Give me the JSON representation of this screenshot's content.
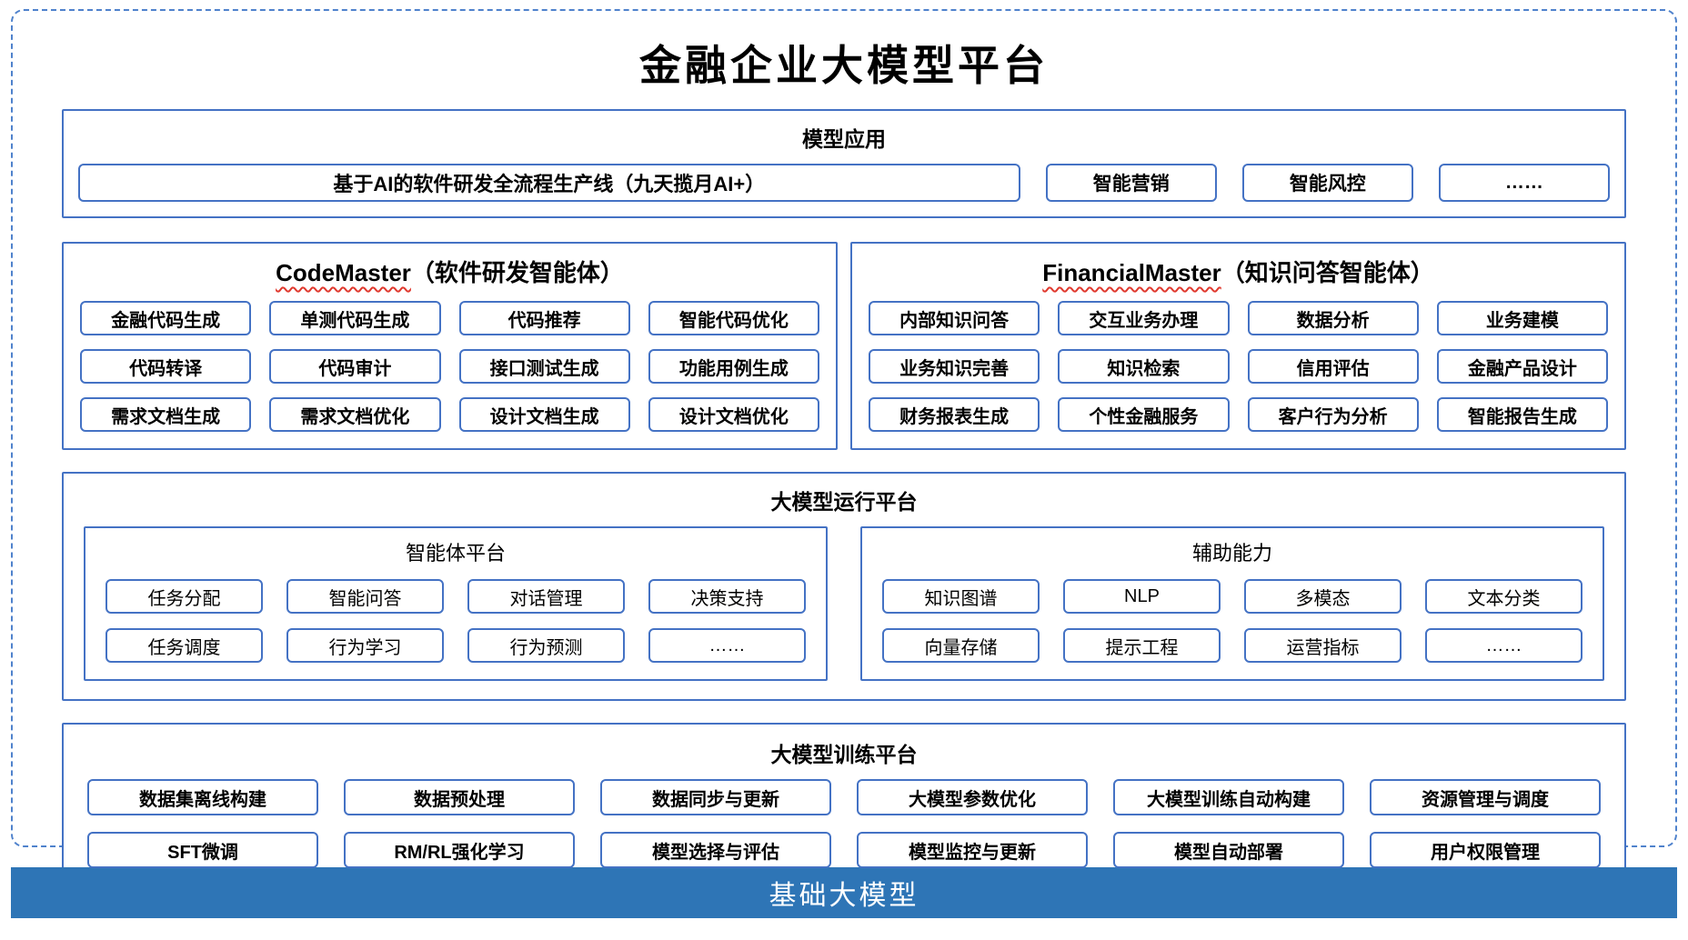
{
  "title": "金融企业大模型平台",
  "colors": {
    "border_blue": "#4472C4",
    "dashed_border": "#4F82CC",
    "footer_bg": "#2E75B6",
    "squiggle_red": "#E03A2F"
  },
  "apps": {
    "header": "模型应用",
    "main_item": "基于AI的软件研发全流程生产线（九天揽月AI+）",
    "items": [
      "智能营销",
      "智能风控",
      "……"
    ]
  },
  "agents": [
    {
      "name_en": "CodeMaster",
      "name_zh": "（软件研发智能体）",
      "items": [
        "金融代码生成",
        "单测代码生成",
        "代码推荐",
        "智能代码优化",
        "代码转译",
        "代码审计",
        "接口测试生成",
        "功能用例生成",
        "需求文档生成",
        "需求文档优化",
        "设计文档生成",
        "设计文档优化"
      ]
    },
    {
      "name_en": "FinancialMaster",
      "name_zh": "（知识问答智能体）",
      "items": [
        "内部知识问答",
        "交互业务办理",
        "数据分析",
        "业务建模",
        "业务知识完善",
        "知识检索",
        "信用评估",
        "金融产品设计",
        "财务报表生成",
        "个性金融服务",
        "客户行为分析",
        "智能报告生成"
      ]
    }
  ],
  "runtime": {
    "header": "大模型运行平台",
    "groups": [
      {
        "title": "智能体平台",
        "items": [
          "任务分配",
          "智能问答",
          "对话管理",
          "决策支持",
          "任务调度",
          "行为学习",
          "行为预测",
          "……"
        ]
      },
      {
        "title": "辅助能力",
        "items": [
          "知识图谱",
          "NLP",
          "多模态",
          "文本分类",
          "向量存储",
          "提示工程",
          "运营指标",
          "……"
        ]
      }
    ]
  },
  "training": {
    "header": "大模型训练平台",
    "items": [
      "数据集离线构建",
      "数据预处理",
      "数据同步与更新",
      "大模型参数优化",
      "大模型训练自动构建",
      "资源管理与调度",
      "SFT微调",
      "RM/RL强化学习",
      "模型选择与评估",
      "模型监控与更新",
      "模型自动部署",
      "用户权限管理"
    ]
  },
  "footer": {
    "label": "基础大模型"
  }
}
